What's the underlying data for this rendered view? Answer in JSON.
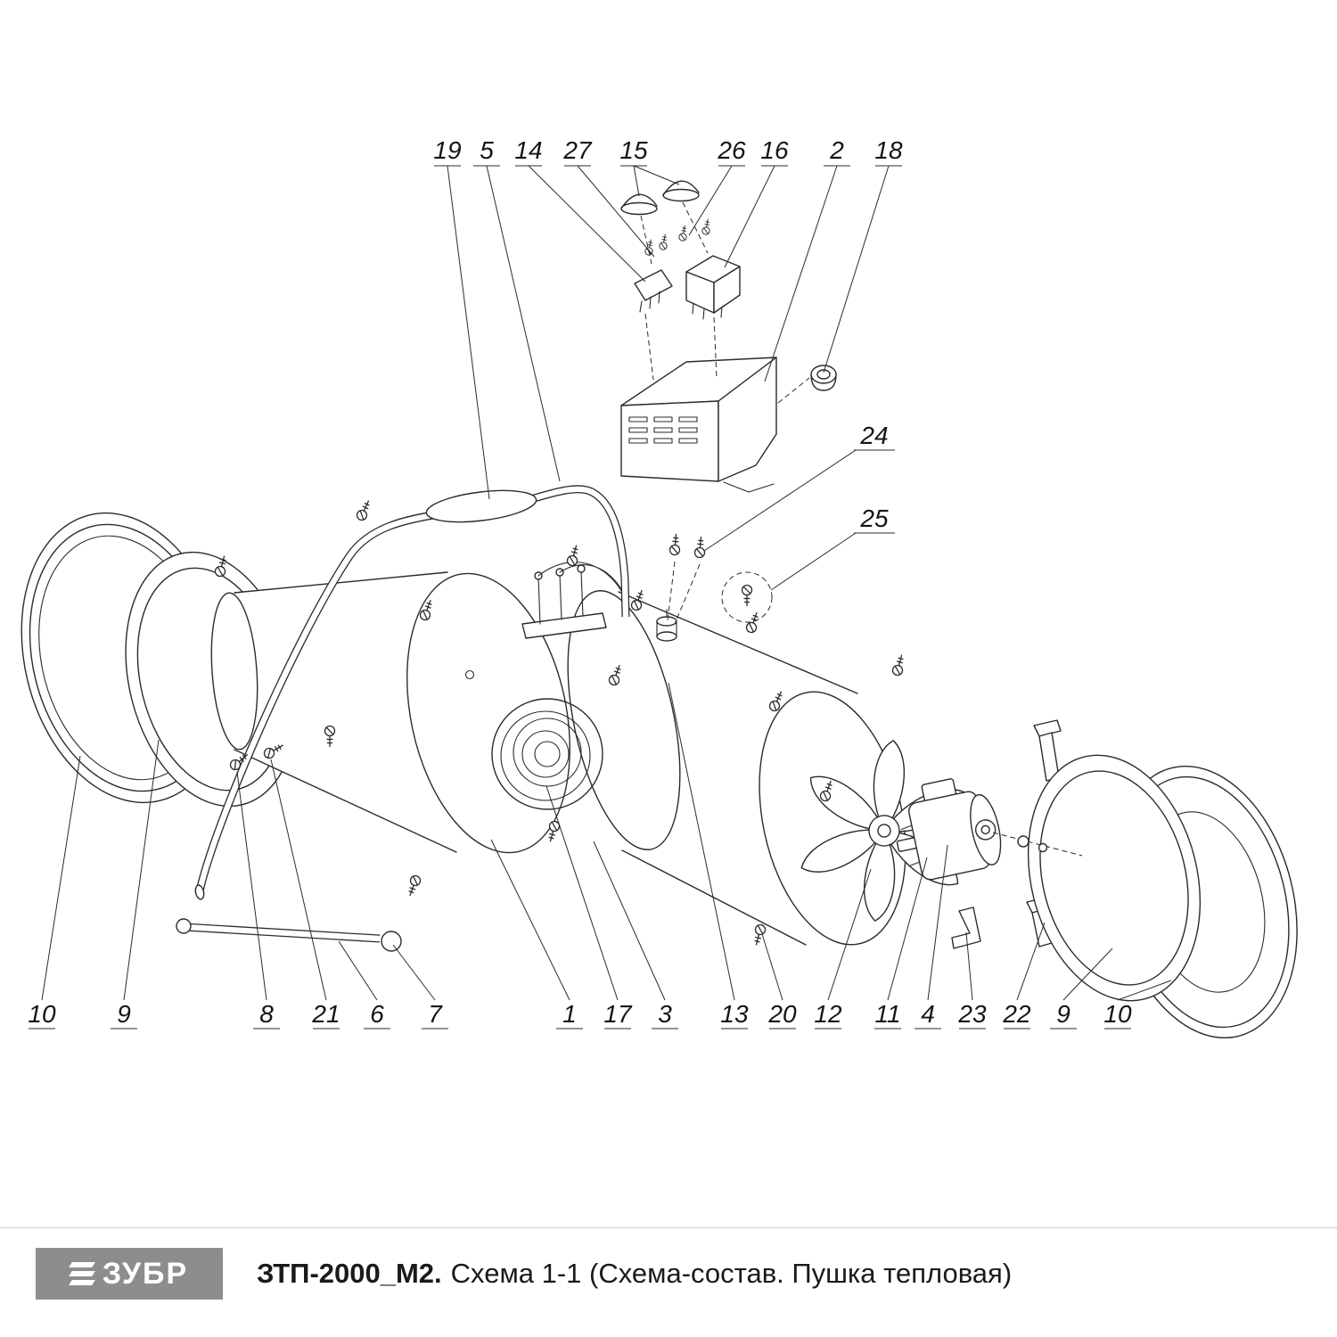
{
  "footer": {
    "brand": "ЗУБР",
    "model": "ЗТП-2000_М2.",
    "schema_title": "Схема 1-1 (Схема-состав. Пушка тепловая)"
  },
  "callouts": {
    "top": [
      "19",
      "5",
      "14",
      "27",
      "15",
      "26",
      "16",
      "2",
      "18"
    ],
    "side": [
      "24",
      "25"
    ],
    "bottom": [
      "10",
      "9",
      "8",
      "21",
      "6",
      "7",
      "1",
      "17",
      "3",
      "13",
      "20",
      "12",
      "11",
      "4",
      "23",
      "22",
      "9",
      "10"
    ]
  },
  "colors": {
    "line": "#2b2b2b",
    "text": "#141414",
    "logo_background": "#8d8d8d",
    "separator": "#cccccc"
  }
}
